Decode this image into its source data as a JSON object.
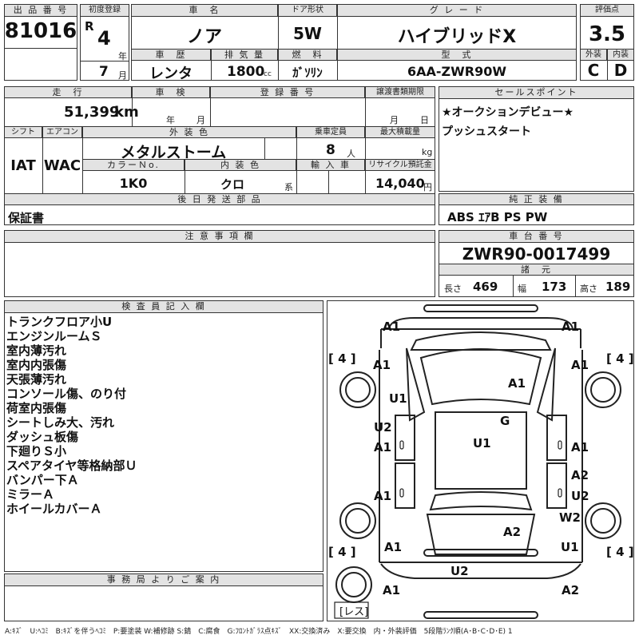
{
  "header": {
    "lot_label": "出 品 番 号",
    "lot_number": "81016",
    "first_reg_label": "初度登録",
    "era": "R",
    "year_num": "4",
    "year_unit": "年",
    "month_num": "7",
    "month_unit": "月",
    "car_name_label": "車　名",
    "car_name": "ノア",
    "door_label": "ドア形状",
    "door": "5W",
    "grade_label": "グ レ ー ド",
    "grade": "ハイブリッドX",
    "score_label": "評価点",
    "score": "3.5",
    "history_label": "車　歴",
    "history": "レンタ",
    "displacement_label": "排 気 量",
    "displacement": "1800",
    "displacement_unit": "cc",
    "fuel_label": "燃　料",
    "fuel": "ｶﾞｿﾘﾝ",
    "model_label": "型　式",
    "model": "6AA-ZWR90W",
    "exterior_label": "外装",
    "exterior": "C",
    "interior_label": "内装",
    "interior": "D"
  },
  "details": {
    "mileage_label": "走　行",
    "mileage": "51,399",
    "mileage_unit": "km",
    "inspection_label": "車　検",
    "insp_year": "年",
    "insp_month": "月",
    "reg_no_label": "登 録 番 号",
    "transfer_label": "譲渡書類期限",
    "transfer_month": "月",
    "transfer_day": "日",
    "shift_label": "シフト",
    "shift": "IAT",
    "ac_label": "エアコン",
    "ac": "WAC",
    "color_label": "外 装 色",
    "color": "メタルストーム",
    "capacity_label": "乗車定員",
    "capacity": "8",
    "capacity_unit": "人",
    "load_label": "最大積載量",
    "load_unit": "kg",
    "color_no_label": "カラーＮo.",
    "color_no": "1K0",
    "int_color_label": "内 装 色",
    "int_color": "クロ",
    "int_color_unit": "系",
    "import_label": "輸 入 車",
    "recycle_label": "リサイクル預託金",
    "recycle": "14,040",
    "recycle_unit": "円",
    "later_label": "後 日 発 送 部 品",
    "later": "保証書"
  },
  "sales": {
    "label": "セールスポイント",
    "line1": "★オークションデビュー★",
    "line2": "プッシュスタート"
  },
  "equipment": {
    "label": "純 正 装 備",
    "value": "ABS ｴｱB PS PW"
  },
  "caution": {
    "label": "注 意 事 項 欄"
  },
  "chassis": {
    "label": "車 台 番 号",
    "value": "ZWR90-0017499",
    "spec_label": "諸　元",
    "length_label": "長さ",
    "length": "469",
    "width_label": "幅",
    "width": "173",
    "height_label": "高さ",
    "height": "189"
  },
  "inspector": {
    "label": "検 査 員 記 入 欄",
    "notes": [
      "トランクフロア小U",
      "エンジンルームＳ",
      "室内薄汚れ",
      "室内内張傷",
      "天張薄汚れ",
      "コンソール傷、のり付",
      "荷室内張傷",
      "シートしみ大、汚れ",
      "ダッシュ板傷",
      "下廻りＳ小",
      "スペアタイヤ等格納部Ｕ",
      "バンパー下Ａ",
      "ミラーＡ",
      "ホイールカバーＡ"
    ]
  },
  "office": {
    "label": "事 務 局 よ り ご 案 内"
  },
  "diagram": {
    "marks": {
      "front_left": "A1",
      "front_right": "A1",
      "fl_fender": "A1",
      "fr_fender": "A1",
      "hood": "A1",
      "left_pillar": "U1",
      "lf_door_u": "U2",
      "lf_door_a": "A1",
      "roof_g": "G",
      "roof_u": "U1",
      "rf_door": "A1",
      "rr_door_a2": "A2",
      "rr_door_u2": "U2",
      "lr_door": "A1",
      "rr_quarter": "W2",
      "rear_glass": "A2",
      "rl_quarter": "A1",
      "rr_quarter_u": "U1",
      "trunk": "U2",
      "rear_left": "A1",
      "rear_right": "A2"
    },
    "tire": "4",
    "spare": "レス"
  },
  "footer": "A:ｷｽﾞ　U:ﾍｺﾐ　B:ｷｽﾞを伴うﾍｺﾐ　P:要塗装 W:補修跡 S:錆　C:腐食　G:ﾌﾛﾝﾄｶﾞﾗｽ点ｷｽﾞ　XX:交換済み　X:要交換　内・外装評価　5段階ﾗﾝｸ順(A･B･C･D･E) 1"
}
